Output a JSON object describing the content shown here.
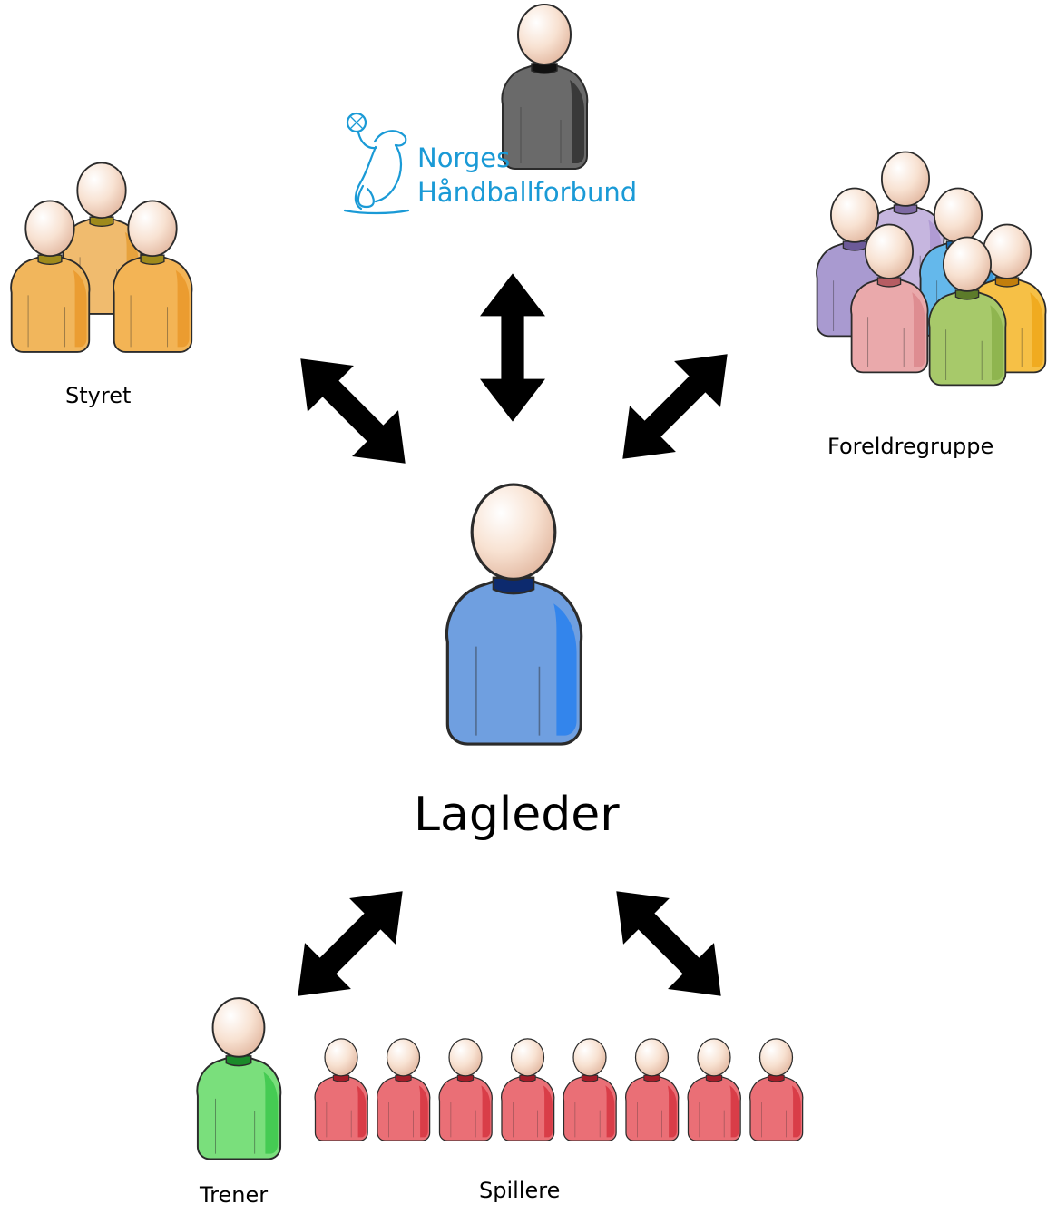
{
  "logo": {
    "line1": "Norges",
    "line2": "Håndballforbund",
    "color": "#1a9ad6"
  },
  "nodes": {
    "center": {
      "label": "Lagleder",
      "icon": "person-icon",
      "color": "#4a88d8"
    },
    "board": {
      "label": "Styret",
      "icon": "group-icon",
      "color": "#f2b25a"
    },
    "federation": {
      "icon": "person-icon",
      "color": "#666666"
    },
    "parents": {
      "label": "Foreldregruppe",
      "icon": "group-icon",
      "colors": [
        "#a99ad0",
        "#c6b6df",
        "#58b2e8",
        "#f5b838",
        "#e8a0a3",
        "#9cc462"
      ]
    },
    "coach": {
      "label": "Trener",
      "icon": "person-icon",
      "color": "#55cc5e"
    },
    "players": {
      "label": "Spillere",
      "icon": "person-icon",
      "color": "#e04f57",
      "count": 8
    }
  },
  "connections": [
    {
      "from": "center",
      "to": "federation",
      "type": "double-arrow"
    },
    {
      "from": "center",
      "to": "board",
      "type": "double-arrow"
    },
    {
      "from": "center",
      "to": "parents",
      "type": "double-arrow"
    },
    {
      "from": "center",
      "to": "coach",
      "type": "double-arrow"
    },
    {
      "from": "center",
      "to": "players",
      "type": "double-arrow"
    }
  ]
}
